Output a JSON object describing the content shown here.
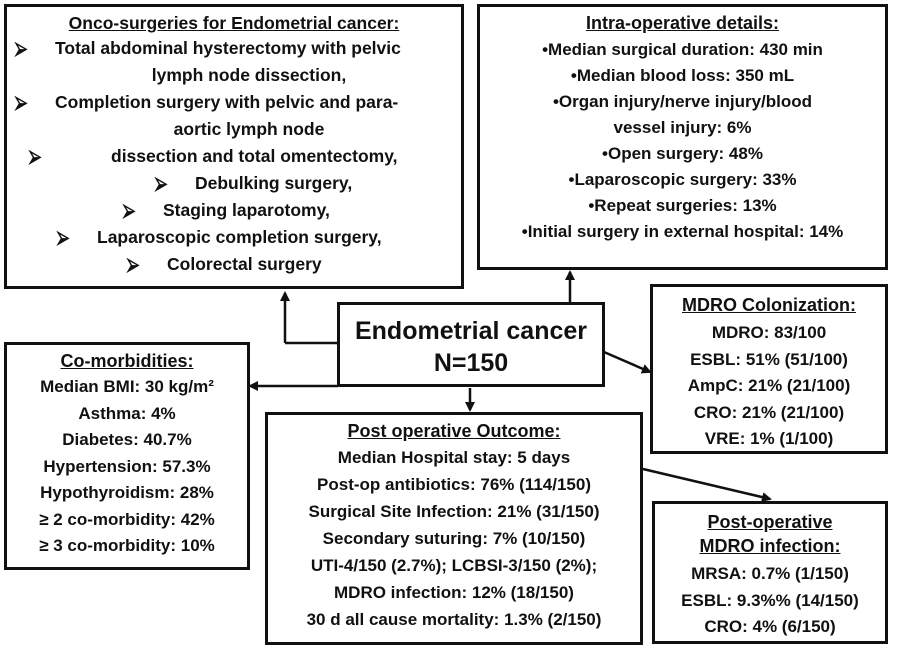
{
  "onco": {
    "title": "Onco-surgeries for Endometrial cancer:",
    "bullet": "⮚",
    "items": [
      {
        "text": "Total abdominal hysterectomy with pelvic",
        "cont": "lymph node dissection,"
      },
      {
        "text": "Completion surgery with pelvic and para-",
        "cont": "aortic lymph node"
      },
      {
        "text": "dissection and total omentectomy,"
      },
      {
        "text": "Debulking surgery,"
      },
      {
        "text": "Staging laparotomy,"
      },
      {
        "text": "Laparoscopic completion surgery,"
      },
      {
        "text": "Colorectal surgery"
      }
    ]
  },
  "intraop": {
    "title": "Intra-operative details:",
    "lines": [
      "•Median surgical duration: 430 min",
      "•Median blood loss: 350 mL",
      "•Organ injury/nerve injury/blood",
      "vessel injury: 6%",
      "•Open surgery: 48%",
      "•Laparoscopic surgery: 33%",
      "•Repeat surgeries: 13%",
      "•Initial surgery in external hospital: 14%"
    ]
  },
  "center": {
    "line1": "Endometrial cancer",
    "line2": "N=150"
  },
  "comorbid": {
    "title": "Co-morbidities:",
    "lines": [
      "Median BMI: 30 kg/m²",
      "Asthma: 4%",
      "Diabetes: 40.7%",
      "Hypertension: 57.3%",
      "Hypothyroidism: 28%",
      "≥ 2 co-morbidity:  42%",
      "≥ 3 co-morbidity: 10%"
    ]
  },
  "mdro_col": {
    "title": "MDRO Colonization:",
    "lines": [
      "MDRO: 83/100",
      "ESBL: 51% (51/100)",
      "AmpC: 21% (21/100)",
      "CRO: 21% (21/100)",
      "VRE:  1% (1/100)"
    ]
  },
  "postop": {
    "title": "Post operative Outcome:",
    "lines": [
      "Median Hospital stay: 5 days",
      "Post-op antibiotics:  76% (114/150)",
      "Surgical Site Infection: 21% (31/150)",
      "Secondary suturing: 7% (10/150)",
      "UTI-4/150 (2.7%); LCBSI-3/150 (2%);",
      "MDRO infection: 12% (18/150)",
      "30 d all cause mortality: 1.3% (2/150)"
    ]
  },
  "mdro_inf": {
    "title1": "Post-operative",
    "title2": "MDRO infection:",
    "lines": [
      "MRSA: 0.7% (1/150)",
      "ESBL: 9.3%% (14/150)",
      "CRO: 4% (6/150)"
    ]
  }
}
